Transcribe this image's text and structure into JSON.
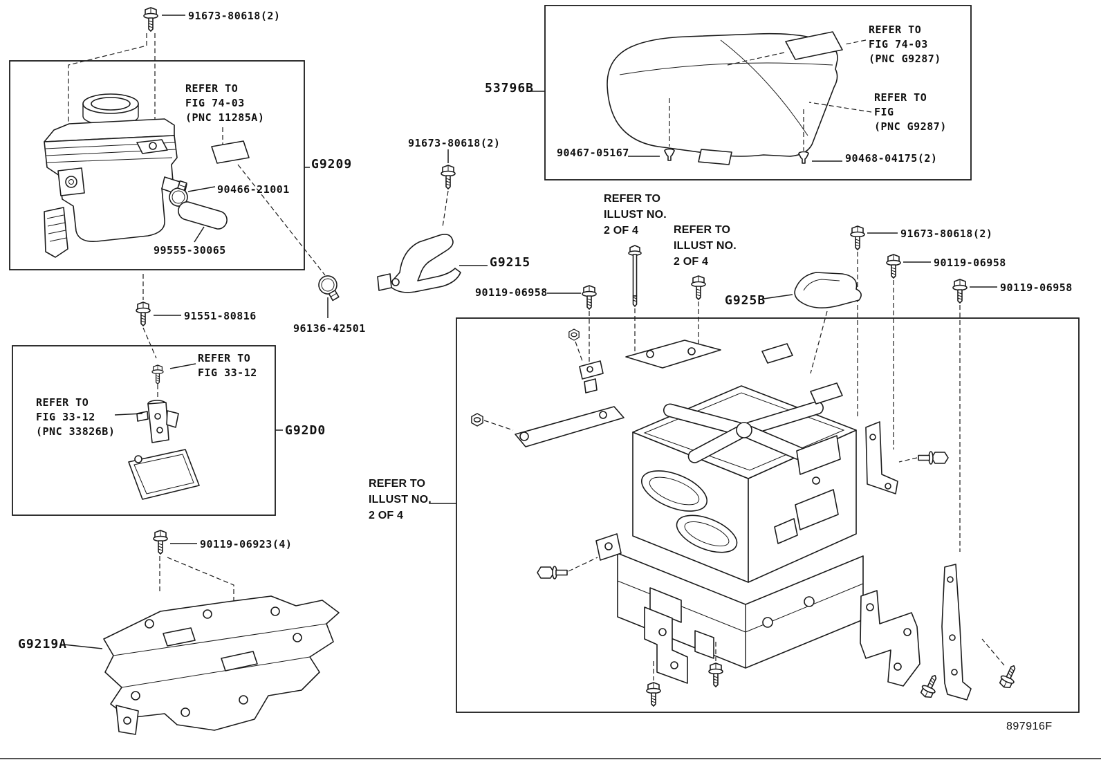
{
  "diagram": {
    "drawing_code": "897916F",
    "line_color": "#1a1a1a",
    "background_color": "#ffffff",
    "callouts": {
      "bolt_91673_topleft": "91673-80618(2)",
      "refer_fig_74_03_11285a": "REFER TO\nFIG 74-03\n(PNC 11285A)",
      "g9209": "G9209",
      "clamp_90466": "90466-21001",
      "hose_99555": "99555-30065",
      "bolt_91551": "91551-80816",
      "clamp_96136": "96136-42501",
      "refer_fig_33_12": "REFER TO\nFIG 33-12",
      "refer_fig_33_12_pnc": "REFER TO\nFIG 33-12\n(PNC 33826B)",
      "g92d0": "G92D0",
      "bolt_90119_06923": "90119-06923(4)",
      "g9219a": "G9219A",
      "cover_53796b": "53796B",
      "refer_fig_74_03_g9287": "REFER TO\nFIG 74-03\n(PNC G9287)",
      "refer_fig_g9287": "REFER TO\nFIG\n(PNC G9287)",
      "clip_90467": "90467-05167",
      "clip_90468": "90468-04175(2)",
      "bolt_91673_mid": "91673-80618(2)",
      "g9215": "G9215",
      "refer_illust_left": "REFER TO\nILLUST NO.\n2 OF 4",
      "refer_illust_right": "REFER TO\nILLUST NO.\n2 OF 4",
      "bolt_90119_06958_left": "90119-06958",
      "bolt_91673_right": "91673-80618(2)",
      "bolt_90119_06958_mid": "90119-06958",
      "bolt_90119_06958_right": "90119-06958",
      "g925b": "G925B",
      "refer_illust_main": "REFER TO\nILLUST NO.\n2 OF 4"
    }
  }
}
